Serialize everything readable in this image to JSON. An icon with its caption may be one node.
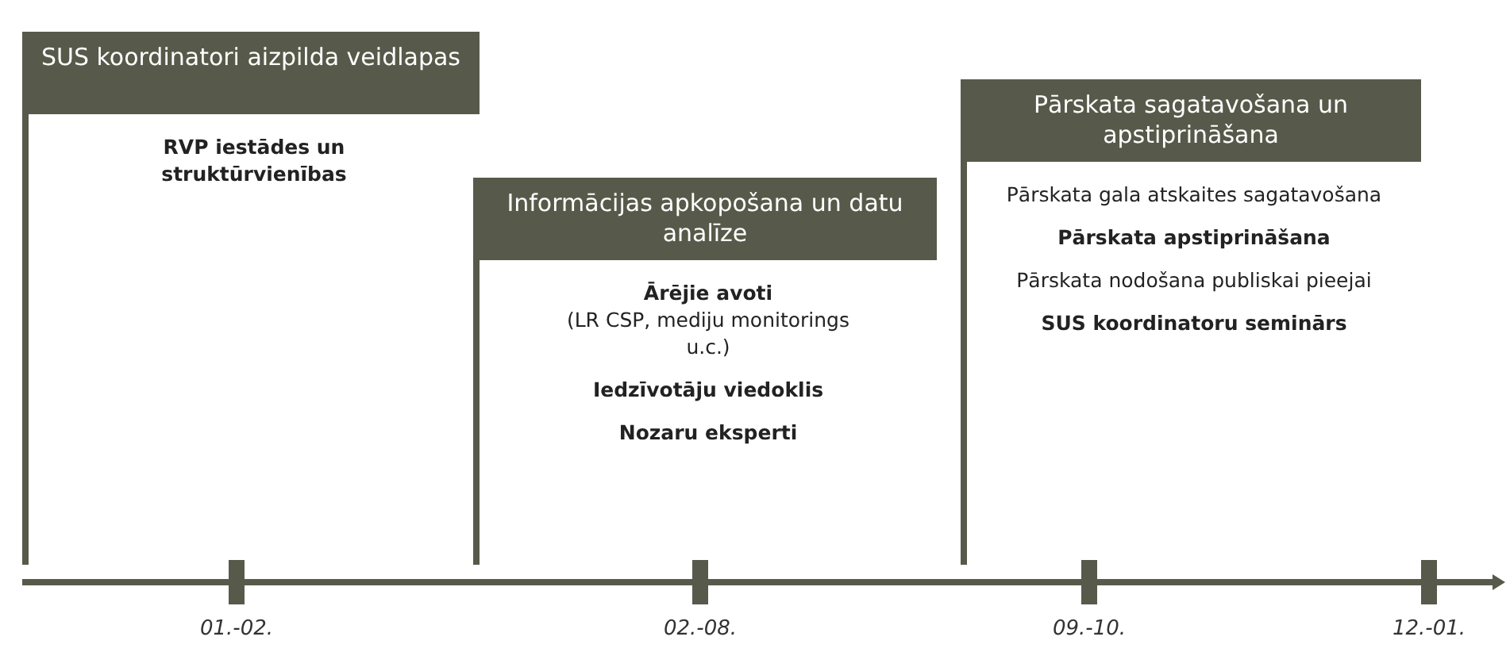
{
  "diagram": {
    "nodes": [
      {
        "text": [
          "SUS koordinatori aizpilda veidlapas",
          "RVP iestādes un struktūrvienības"
        ]
      },
      {
        "text": [
          "Informācijas apkopošana un datu analīze",
          "Ārējie avoti",
          "(LR CSP, mediju monitorings u.c.)",
          "Iedzīvotāju viedoklis",
          "Nozaru eksperti"
        ]
      },
      {
        "text": [
          "Pārskata sagatavošana un apstiprināšana",
          "Pārskata gala atskaites sagatavošana",
          "Pārskata apstiprināšana",
          "Pārskata nodošana publiskai pieejai",
          "SUS koordinatoru seminārs"
        ]
      }
    ],
    "edges": [],
    "labels": [
      "01.-02.",
      "02.-08.",
      "09.-10.",
      "12.-01."
    ]
  }
}
